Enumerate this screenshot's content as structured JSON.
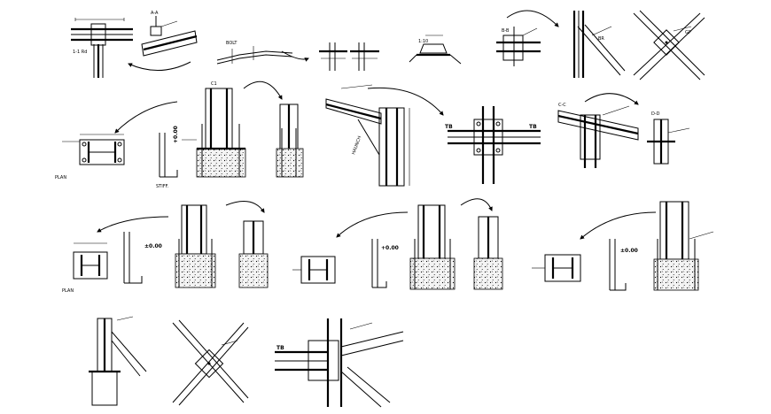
{
  "drawing": {
    "ink_color": "#000000",
    "background_color": "#ffffff",
    "elevation_marks": [
      "+0.00",
      "±0.00",
      "+0.00",
      "±0.00"
    ],
    "member_tags": [
      "TB",
      "TB",
      "TB"
    ]
  }
}
